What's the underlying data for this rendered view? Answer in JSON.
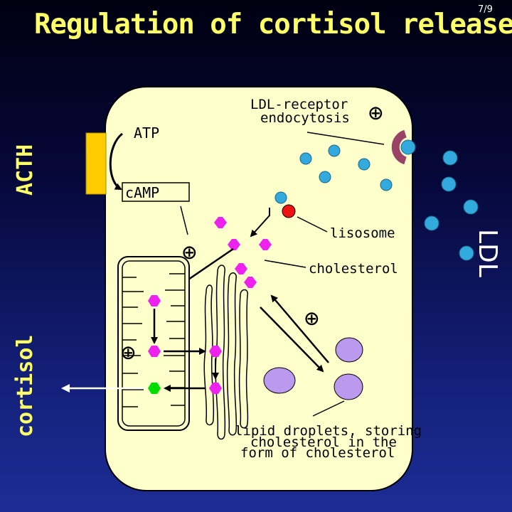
{
  "title": "Regulation of cortisol release",
  "page_number": "7/9",
  "labels": {
    "acth": "ACTH",
    "cortisol": "cortisol",
    "ldl": "LDL",
    "atp": "ATP",
    "camp": "cAMP",
    "ldl_receptor_line1": "LDL-receptor",
    "ldl_receptor_line2": "endocytosis",
    "lisosome": "lisosome",
    "cholesterol": "cholesterol",
    "lipid_line1": "lipid droplets, storing",
    "lipid_line2": "cholesterol in the",
    "lipid_line3": "form of cholesterol"
  },
  "plus_symbol": "⊕",
  "colors": {
    "title": "#ffff66",
    "cell": "#ffffcc",
    "receptor": "#ffcc00",
    "ldl_particle": "#33aadd",
    "lysosome": "#ee1111",
    "cholesterol": "#ee22ee",
    "cortisol_molecule": "#00dd00",
    "lipid_droplet": "#bb99ee",
    "ldl_receptor": "#994466"
  }
}
